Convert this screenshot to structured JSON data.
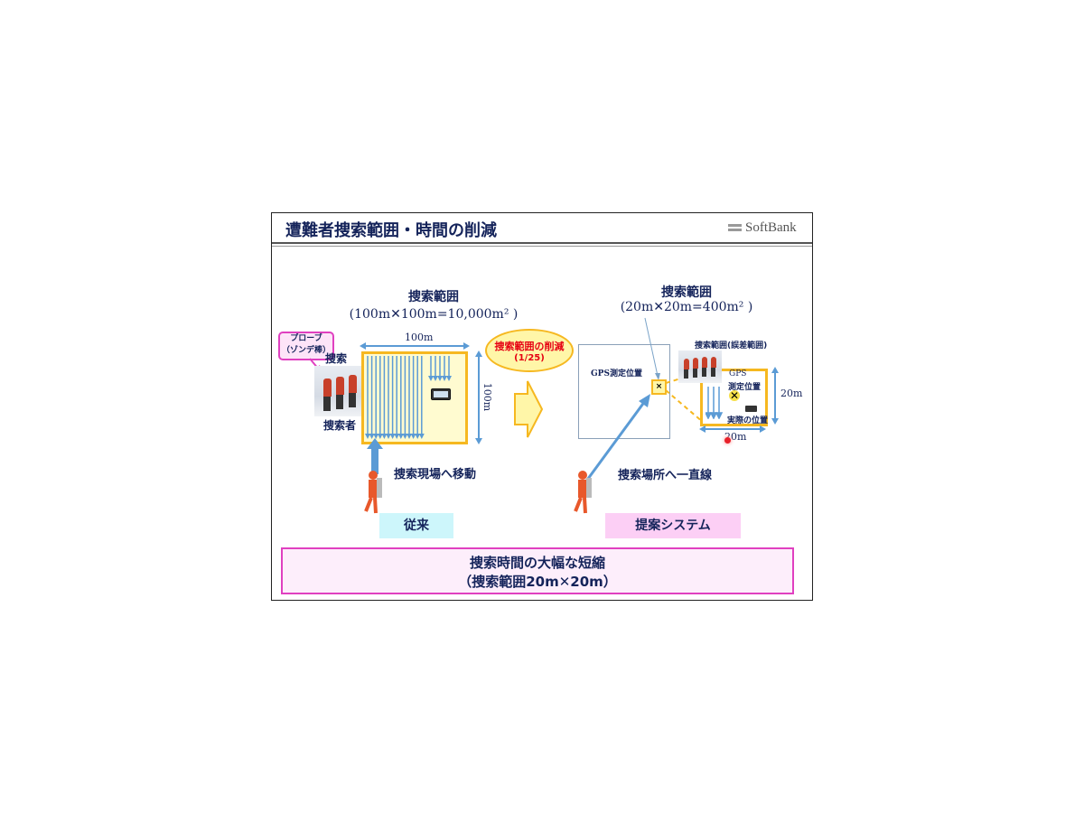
{
  "title": "遭難者捜索範囲・時間の削減",
  "logo": "SoftBank",
  "left": {
    "heading": "捜索範囲",
    "formula": "(100m✕100m=10,000m² )",
    "probe_label_1": "プローブ",
    "probe_label_2": "（ゾンデ棒）",
    "search_label": "捜索",
    "searcher_label": "捜索者",
    "width_label": "100m",
    "height_label": "100m",
    "move_label": "捜索現場へ移動",
    "method_label": "従来"
  },
  "reduction": {
    "line1": "捜索範囲の削減",
    "line2": "(1/25)"
  },
  "right": {
    "heading": "捜索範囲",
    "formula": "(20m✕20m=400m² )",
    "gps_position": "GPS測定位置",
    "error_range": "捜索範囲(誤差範囲)",
    "gps_small": "GPS",
    "measured_position": "測定位置",
    "actual_position": "実際の位置",
    "width_label": "20m",
    "height_label": "20m",
    "move_label": "捜索場所へ一直線",
    "method_label": "提案システム"
  },
  "summary": {
    "line1": "捜索時間の大幅な短縮",
    "line2": "（捜索範囲20m✕20m）"
  },
  "colors": {
    "navy": "#14235a",
    "yellow": "#f6b820",
    "blue_arrow": "#5b9bd5",
    "pink": "#e040c0"
  }
}
